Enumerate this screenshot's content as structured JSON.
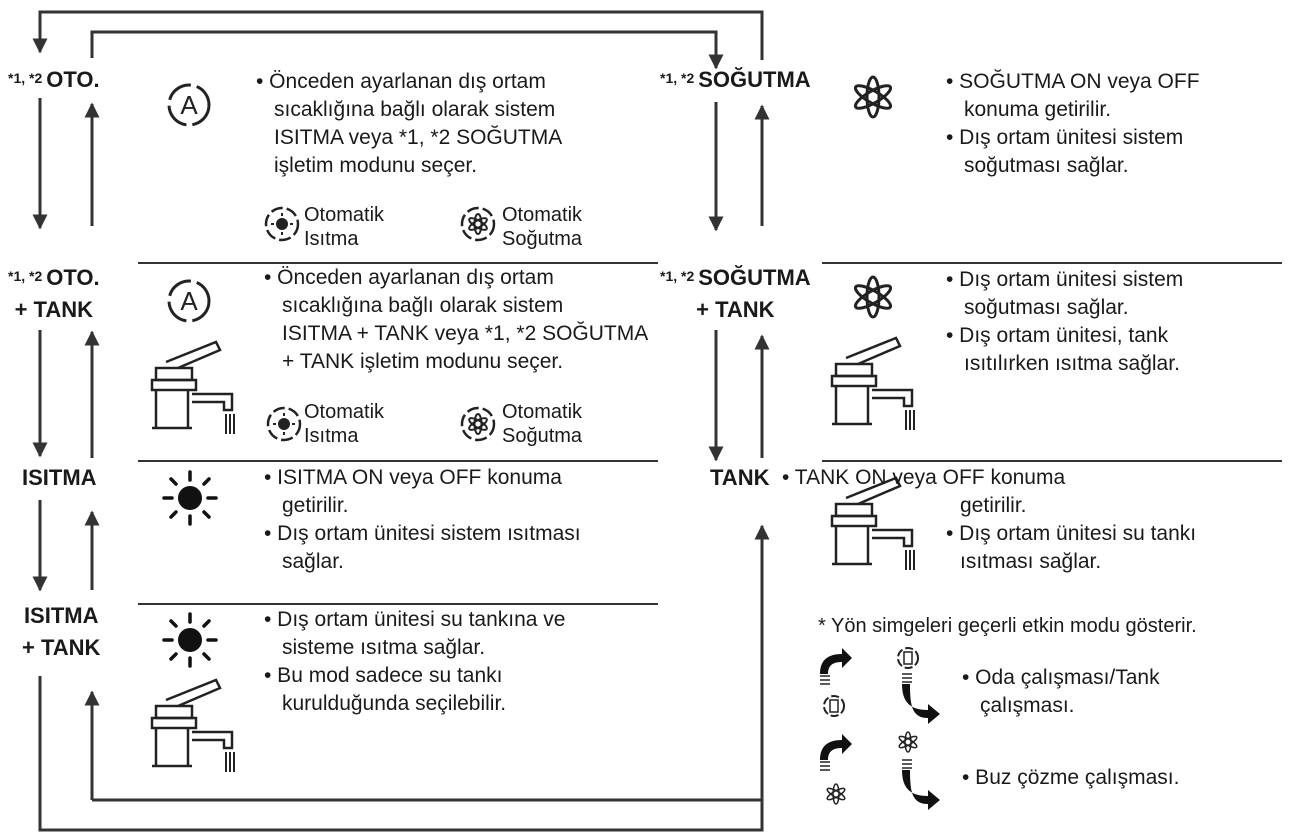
{
  "note_marks": "*1, *2",
  "note_marks_small": "*1, *2",
  "left": {
    "auto": {
      "label": "OTO.",
      "lines": [
        "• Önceden ayarlanan dış ortam",
        "sıcaklığına bağlı olarak sistem",
        "ISITMA veya *1, *2 SOĞUTMA",
        "işletim modunu seçer."
      ],
      "sub1": [
        "Otomatik",
        "Isıtma"
      ],
      "sub2": [
        "Otomatik",
        "Soğutma"
      ]
    },
    "auto_tank": {
      "label1": "OTO.",
      "label2": "+ TANK",
      "lines": [
        "• Önceden ayarlanan dış ortam",
        "sıcaklığına bağlı olarak sistem",
        "ISITMA + TANK veya *1, *2 SOĞUTMA",
        "+ TANK işletim modunu seçer."
      ],
      "sub1": [
        "Otomatik",
        "Isıtma"
      ],
      "sub2": [
        "Otomatik",
        "Soğutma"
      ]
    },
    "heat": {
      "label": "ISITMA",
      "lines": [
        "• ISITMA ON veya OFF konuma",
        "getirilir.",
        "• Dış ortam ünitesi sistem ısıtması",
        "sağlar."
      ]
    },
    "heat_tank": {
      "label1": "ISITMA",
      "label2": "+ TANK",
      "lines": [
        "• Dış ortam ünitesi su tankına ve",
        "sisteme ısıtma sağlar.",
        "• Bu mod sadece su tankı",
        "kurulduğunda seçilebilir."
      ]
    }
  },
  "right": {
    "cool": {
      "label": "SOĞUTMA",
      "lines": [
        "• SOĞUTMA ON veya OFF",
        "konuma getirilir.",
        "• Dış ortam ünitesi sistem",
        "soğutması sağlar."
      ]
    },
    "cool_tank": {
      "label1": "SOĞUTMA",
      "label2": "+ TANK",
      "lines": [
        "• Dış ortam ünitesi sistem",
        "soğutması sağlar.",
        "• Dış ortam ünitesi, tank",
        "ısıtılırken ısıtma sağlar."
      ]
    },
    "tank": {
      "label": "TANK",
      "lines": [
        "• TANK ON veya OFF konuma",
        "getirilir.",
        "• Dış ortam ünitesi su tankı",
        "ısıtması sağlar."
      ]
    },
    "legend": {
      "note": "* Yön simgeleri geçerli etkin modu gösterir.",
      "room_tank": [
        "• Oda çalışması/Tank",
        "çalışması."
      ],
      "defrost": "• Buz çözme çalışması."
    }
  },
  "colors": {
    "line": "#333333",
    "text": "#1a1a1a"
  }
}
